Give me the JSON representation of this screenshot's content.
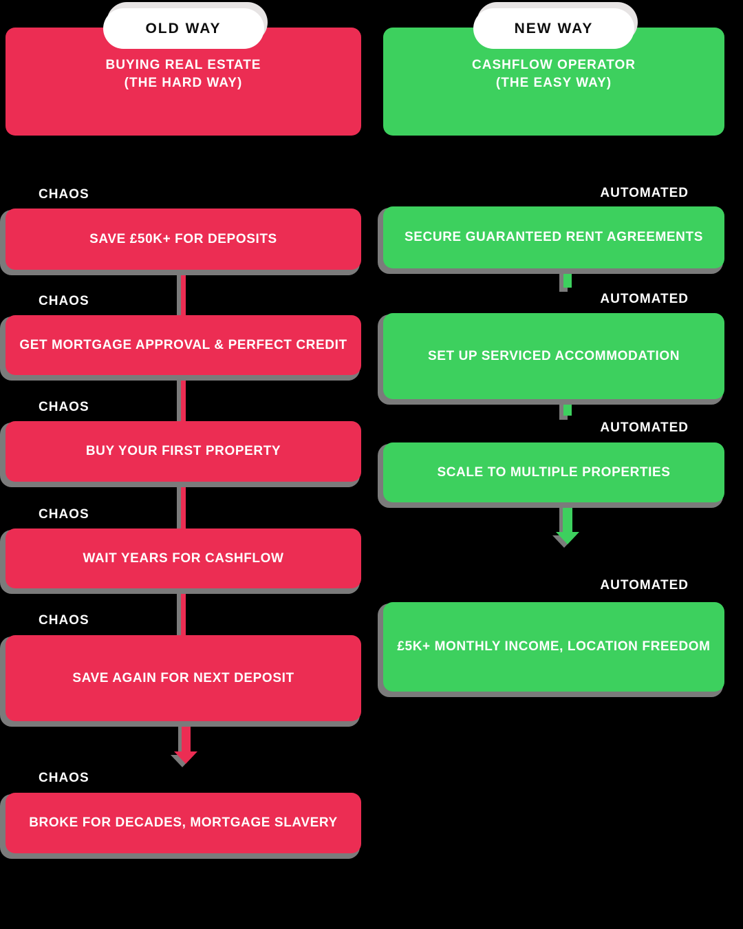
{
  "colors": {
    "background": "#000000",
    "red": "#EC2D53",
    "green": "#3DD05E",
    "shadow": "#7B7B7B",
    "pill_bg": "#FFFFFF",
    "pill_shadow": "#E7E4E4",
    "pill_text": "#0E0E0E",
    "text": "#FFFFFF"
  },
  "old": {
    "pill": "OLD WAY",
    "header": {
      "line1": "BUYING REAL ESTATE",
      "line2": "(THE HARD WAY)"
    },
    "step_label": "CHAOS",
    "steps": [
      "SAVE £50K+ FOR DEPOSITS",
      "GET MORTGAGE APPROVAL & PERFECT CREDIT",
      "BUY YOUR FIRST PROPERTY",
      "WAIT YEARS FOR CASHFLOW",
      "SAVE AGAIN FOR NEXT DEPOSIT",
      "BROKE FOR DECADES, MORTGAGE SLAVERY"
    ]
  },
  "new": {
    "pill": "NEW WAY",
    "header": {
      "line1": "CASHFLOW OPERATOR",
      "line2": "(THE EASY WAY)"
    },
    "step_label": "AUTOMATED",
    "steps": [
      "SECURE GUARANTEED RENT AGREEMENTS",
      "SET UP SERVICED ACCOMMODATION",
      "SCALE TO MULTIPLE PROPERTIES",
      "£5K+ MONTHLY INCOME, LOCATION FREEDOM"
    ]
  }
}
